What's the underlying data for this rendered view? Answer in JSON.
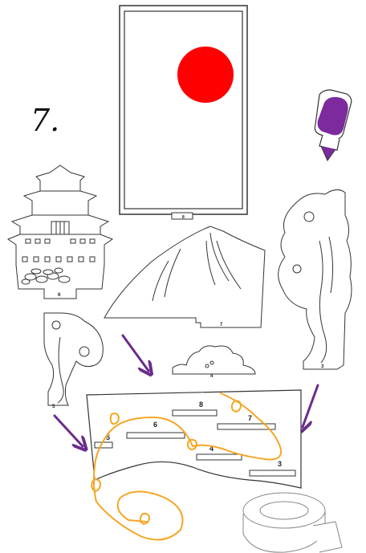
{
  "step": {
    "number": "7."
  },
  "pieces": {
    "frame": "8",
    "castle": "6",
    "mountain": "7",
    "tree_right": "3",
    "tree_left": "5",
    "bush": "4"
  },
  "base_labels": [
    "8",
    "7",
    "6",
    "5",
    "4",
    "3"
  ],
  "colors": {
    "sun": "#ff0000",
    "arrows": "#6a2c8a",
    "glue": "#7d2a9e",
    "led_string": "#f5a623"
  }
}
